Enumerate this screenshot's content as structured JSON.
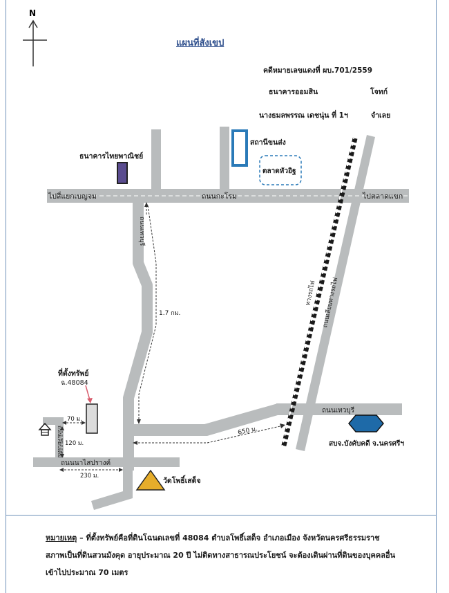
{
  "north_label": "N",
  "title": "แผนที่สังเขป",
  "header": {
    "case_no": "คดีหมายเลขแดงที่ ผบ.701/2559",
    "plaintiff": "ธนาคารออมสิน",
    "plaintiff_role": "โจทก์",
    "defendant": "นางธมลพรรณ เดชนุ่น ที่ 1ฯ",
    "defendant_role": "จำเลย"
  },
  "places": {
    "bank": "ธนาคารไทยพาณิชย์",
    "bus_station": "สถานีขนส่ง",
    "market": "ตลาดหัวอิฐ",
    "fire_station": "สบจ.บังคับคดี จ.นครศรีฯ",
    "temple": "วัดโพธิ์เสด็จ",
    "property": "ที่ตั้งทรัพย์",
    "property_deed": "ฉ.48084"
  },
  "roads": {
    "left_end": "ไปสี่แยกเบญจม",
    "main": "ถนนกะโรม",
    "right_end": "ไปตลาดแขก",
    "north_south": "ถนนเทวบุรี",
    "lower_east": "ถนนเทวบุรี",
    "railway": "ทางรถไฟ",
    "rail_road": "ถนนเลียบทางรถไฟ",
    "small_road": "ถนนเลียบเดิม",
    "bottom": "ถนนนาไสปรางค์"
  },
  "distances": {
    "d1": "1.7 กม.",
    "d2": "650 ม.",
    "d3": "70 ม.",
    "d4": "120 ม.",
    "d5": "230 ม."
  },
  "note": {
    "label": "หมายเหตุ",
    "line1": " – ที่ตั้งทรัพย์คือที่ดินโฉนดเลขที่ 48084 ตำบลโพธิ์เสด็จ อำเภอเมือง จังหวัดนครศรีธรรมราช",
    "line2": "สภาพเป็นที่ดินสวนมังคุด อายุประมาณ 20 ปี ไม่ติดทางสาธารณประโยชน์ จะต้องเดินผ่านที่ดินของบุคคลอื่น",
    "line3": "เข้าไปประมาณ 70 เมตร"
  },
  "colors": {
    "road": "#b9bcbd",
    "bank": "#5a4c8f",
    "station": "#2a7ab8",
    "fire": "#1e6aa8",
    "temple": "#e6ad2b",
    "property_arrow": "#d85c6c"
  }
}
